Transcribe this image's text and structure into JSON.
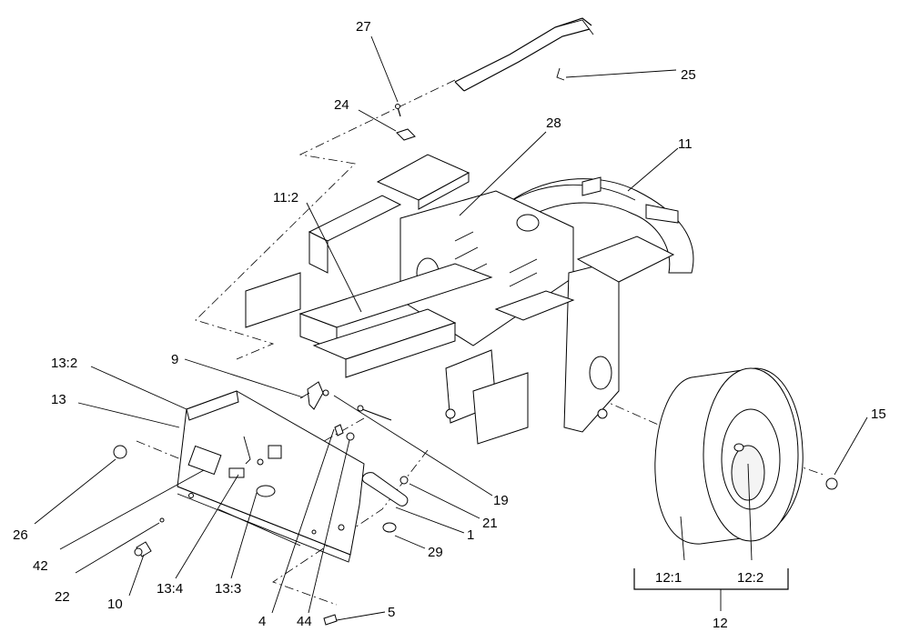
{
  "callouts": [
    {
      "id": "c1",
      "text": "27"
    },
    {
      "id": "c2",
      "text": "24"
    },
    {
      "id": "c3",
      "text": "25"
    },
    {
      "id": "c4",
      "text": "28"
    },
    {
      "id": "c5",
      "text": "11"
    },
    {
      "id": "c6",
      "text": "11:2"
    },
    {
      "id": "c7",
      "text": "9"
    },
    {
      "id": "c8",
      "text": "13:2"
    },
    {
      "id": "c9",
      "text": "13"
    },
    {
      "id": "c10",
      "text": "15"
    },
    {
      "id": "c11",
      "text": "19"
    },
    {
      "id": "c12",
      "text": "21"
    },
    {
      "id": "c13",
      "text": "1"
    },
    {
      "id": "c14",
      "text": "29"
    },
    {
      "id": "c15",
      "text": "26"
    },
    {
      "id": "c16",
      "text": "42"
    },
    {
      "id": "c17",
      "text": "22"
    },
    {
      "id": "c18",
      "text": "10"
    },
    {
      "id": "c19",
      "text": "13:4"
    },
    {
      "id": "c20",
      "text": "13:3"
    },
    {
      "id": "c21",
      "text": "4"
    },
    {
      "id": "c22",
      "text": "44"
    },
    {
      "id": "c23",
      "text": "5"
    },
    {
      "id": "c24",
      "text": "12:1"
    },
    {
      "id": "c25",
      "text": "12:2"
    },
    {
      "id": "c26",
      "text": "12"
    }
  ]
}
